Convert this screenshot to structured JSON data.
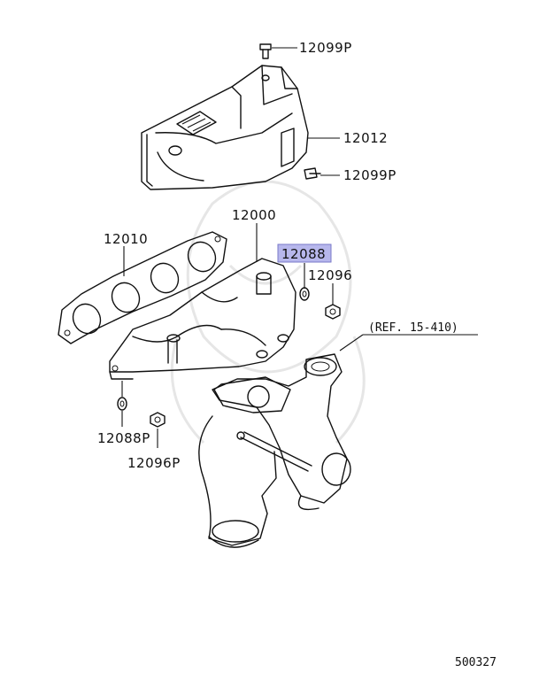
{
  "diagram": {
    "callouts": {
      "top_bolt": "12099P",
      "side_bolt": "12099P",
      "heat_cover": "12012",
      "manifold": "12000",
      "gasket": "12010",
      "highlighted_nut": "12088",
      "nut_right": "12096",
      "lower_nut_a": "12088P",
      "lower_nut_b": "12096P",
      "reference": "(REF. 15-410)"
    },
    "highlight_color": "#b7b7ec",
    "figure_number": "500327"
  }
}
